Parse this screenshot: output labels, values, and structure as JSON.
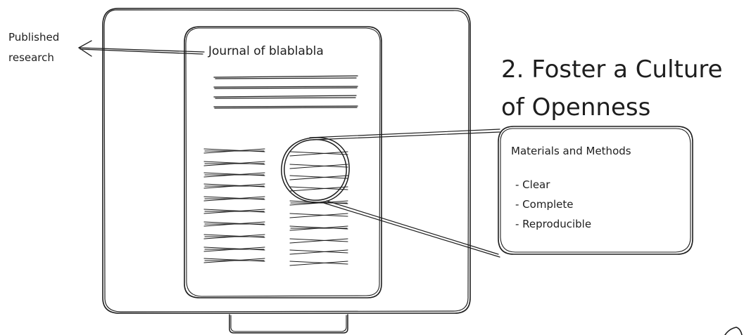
{
  "labels": {
    "published_line1": "Published",
    "published_line2": "research",
    "journal_title": "Journal of blablabla",
    "heading_line1": "2. Foster a Culture",
    "heading_line2": "of Openness",
    "callout_title": "Materials and Methods",
    "callout_items": [
      "- Clear",
      "- Complete",
      "- Reproducible"
    ]
  },
  "colors": {
    "ink": "#1e1e1e",
    "background": "#ffffff"
  }
}
